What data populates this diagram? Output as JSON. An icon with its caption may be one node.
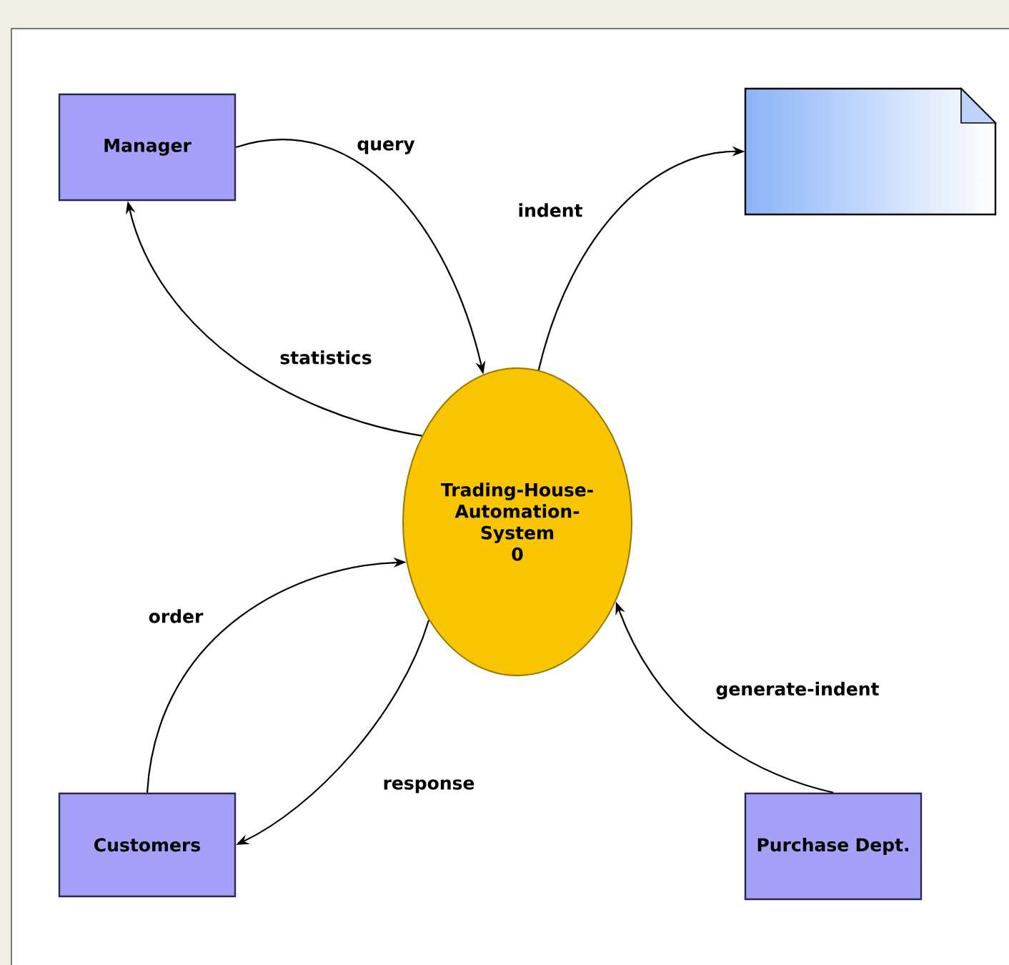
{
  "diagram": {
    "nodes": [
      {
        "text": [
          "Manager"
        ]
      },
      {
        "text": [],
        "shape": "document"
      },
      {
        "text": [
          "Trading-House-Automation-System",
          "0"
        ]
      },
      {
        "text": [
          "Customers"
        ]
      },
      {
        "text": [
          "Purchase Dept."
        ]
      }
    ],
    "edges": [
      {
        "from": 0,
        "to": 2,
        "arrow": "to",
        "label": "query"
      },
      {
        "from": 2,
        "to": 0,
        "arrow": "to",
        "label": "statistics"
      },
      {
        "from": 2,
        "to": 1,
        "arrow": "to",
        "label": "indent"
      },
      {
        "from": 3,
        "to": 2,
        "arrow": "to",
        "label": "order"
      },
      {
        "from": 2,
        "to": 3,
        "arrow": "to",
        "label": "response"
      },
      {
        "from": 4,
        "to": 2,
        "arrow": "to",
        "label": "generate-indent"
      }
    ]
  }
}
